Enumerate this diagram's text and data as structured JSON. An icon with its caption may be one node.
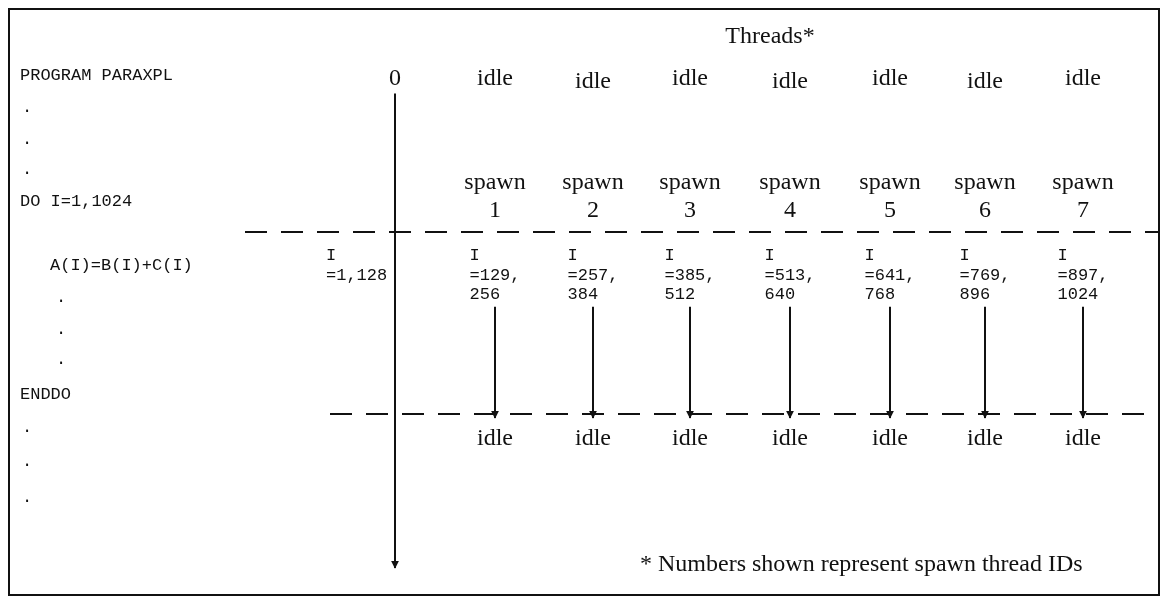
{
  "diagram": {
    "nodes": [
      {
        "text": [
          "0"
        ]
      },
      {
        "text": [
          "I =129, 256"
        ]
      },
      {
        "text": [
          "I =257, 384"
        ]
      },
      {
        "text": [
          "I =385, 512"
        ]
      },
      {
        "text": [
          "I =513, 640"
        ]
      },
      {
        "text": [
          "I =641, 768"
        ]
      },
      {
        "text": [
          "I =769, 896"
        ]
      },
      {
        "text": [
          "I =897, 1024"
        ]
      },
      {
        "text": [
          "idle"
        ]
      },
      {
        "text": [
          "idle"
        ]
      },
      {
        "text": [
          "idle"
        ]
      },
      {
        "text": [
          "idle"
        ]
      },
      {
        "text": [
          "idle"
        ]
      },
      {
        "text": [
          "idle"
        ]
      },
      {
        "text": [
          "idle"
        ]
      }
    ],
    "edges": [
      {
        "from": 0,
        "to": null,
        "arrow": "to"
      },
      {
        "from": 1,
        "to": 8,
        "arrow": "to"
      },
      {
        "from": 2,
        "to": 9,
        "arrow": "to"
      },
      {
        "from": 3,
        "to": 10,
        "arrow": "to"
      },
      {
        "from": 4,
        "to": 11,
        "arrow": "to"
      },
      {
        "from": 5,
        "to": 12,
        "arrow": "to"
      },
      {
        "from": 6,
        "to": 13,
        "arrow": "to"
      },
      {
        "from": 7,
        "to": 14,
        "arrow": "to"
      }
    ],
    "labels": [
      "Threads*",
      "PROGRAM PARAXPL",
      "idle",
      "idle",
      "idle",
      "idle",
      "idle",
      "idle",
      "idle",
      ".",
      ".",
      ".",
      "DO I=1,1024",
      "spawn 1",
      "spawn 2",
      "spawn 3",
      "spawn 4",
      "spawn 5",
      "spawn 6",
      "spawn 7",
      "A(I)=B(I)+C(I)",
      "I =1,128",
      ".",
      ".",
      ".",
      "ENDDO",
      ".",
      ".",
      ".",
      "* Numbers shown represent spawn thread IDs"
    ]
  }
}
